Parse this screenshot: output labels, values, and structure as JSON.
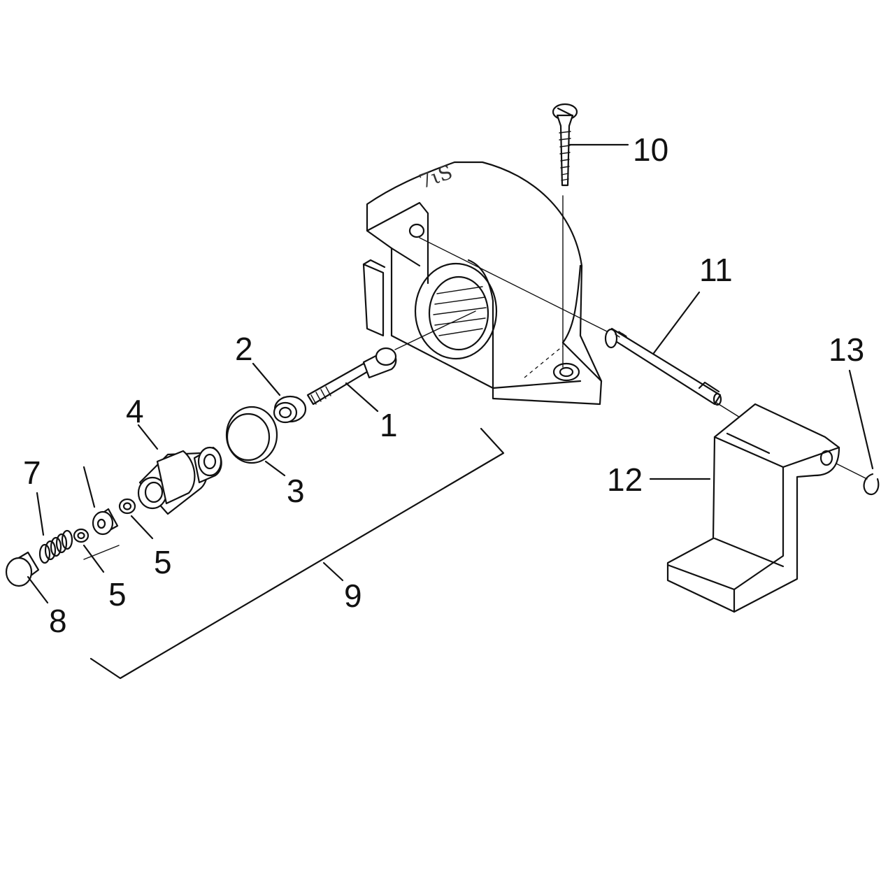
{
  "diagram": {
    "casting_stamp": "7ιS",
    "callouts": [
      {
        "id": "callout-1",
        "text": "1"
      },
      {
        "id": "callout-2",
        "text": "2"
      },
      {
        "id": "callout-3",
        "text": "3"
      },
      {
        "id": "callout-4",
        "text": "4"
      },
      {
        "id": "callout-5a",
        "text": "5"
      },
      {
        "id": "callout-5b",
        "text": "5"
      },
      {
        "id": "callout-7",
        "text": "7"
      },
      {
        "id": "callout-8",
        "text": "8"
      },
      {
        "id": "callout-9",
        "text": "9"
      },
      {
        "id": "callout-10",
        "text": "10"
      },
      {
        "id": "callout-11",
        "text": "11"
      },
      {
        "id": "callout-12",
        "text": "12"
      },
      {
        "id": "callout-13",
        "text": "13"
      }
    ]
  }
}
